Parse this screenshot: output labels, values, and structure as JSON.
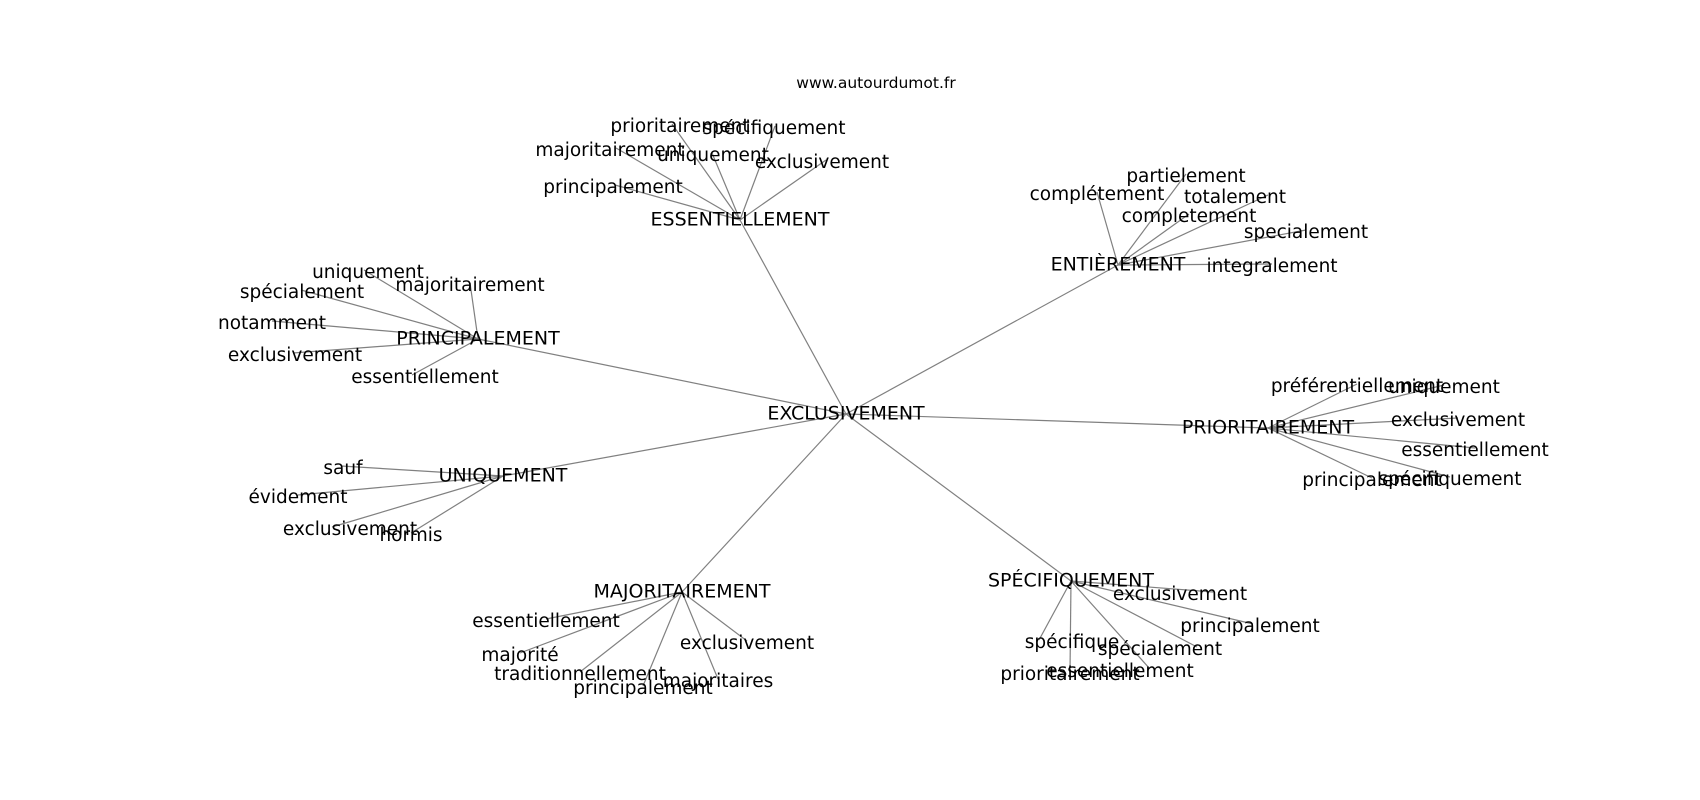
{
  "site": "www.autourdumot.fr",
  "colors": {
    "edge": "#808080",
    "text": "#000000",
    "background": "#ffffff"
  },
  "graph": {
    "center": "EXCLUSIVEMENT",
    "hubs": [
      {
        "label": "ESSENTIELLEMENT",
        "leaves": [
          "prioritairement",
          "spécifiquement",
          "majoritairement",
          "uniquement",
          "exclusivement",
          "principalement"
        ]
      },
      {
        "label": "ENTIÈREMENT",
        "leaves": [
          "partielement",
          "complétement",
          "totalement",
          "completement",
          "specialement",
          "integralement"
        ]
      },
      {
        "label": "PRINCIPALEMENT",
        "leaves": [
          "uniquement",
          "spécialement",
          "majoritairement",
          "notamment",
          "exclusivement",
          "essentiellement"
        ]
      },
      {
        "label": "PRIORITAIREMENT",
        "leaves": [
          "préférentiellement",
          "uniquement",
          "exclusivement",
          "essentiellement",
          "principalement",
          "spécifiquement"
        ]
      },
      {
        "label": "UNIQUEMENT",
        "leaves": [
          "sauf",
          "évidement",
          "exclusivement",
          "hormis"
        ]
      },
      {
        "label": "MAJORITAIREMENT",
        "leaves": [
          "essentiellement",
          "majorité",
          "exclusivement",
          "traditionnellement",
          "principalement",
          "majoritaires"
        ]
      },
      {
        "label": "SPÉCIFIQUEMENT",
        "leaves": [
          "exclusivement",
          "principalement",
          "spécifique",
          "spécialement",
          "prioritairement",
          "essentiellement"
        ]
      }
    ]
  }
}
